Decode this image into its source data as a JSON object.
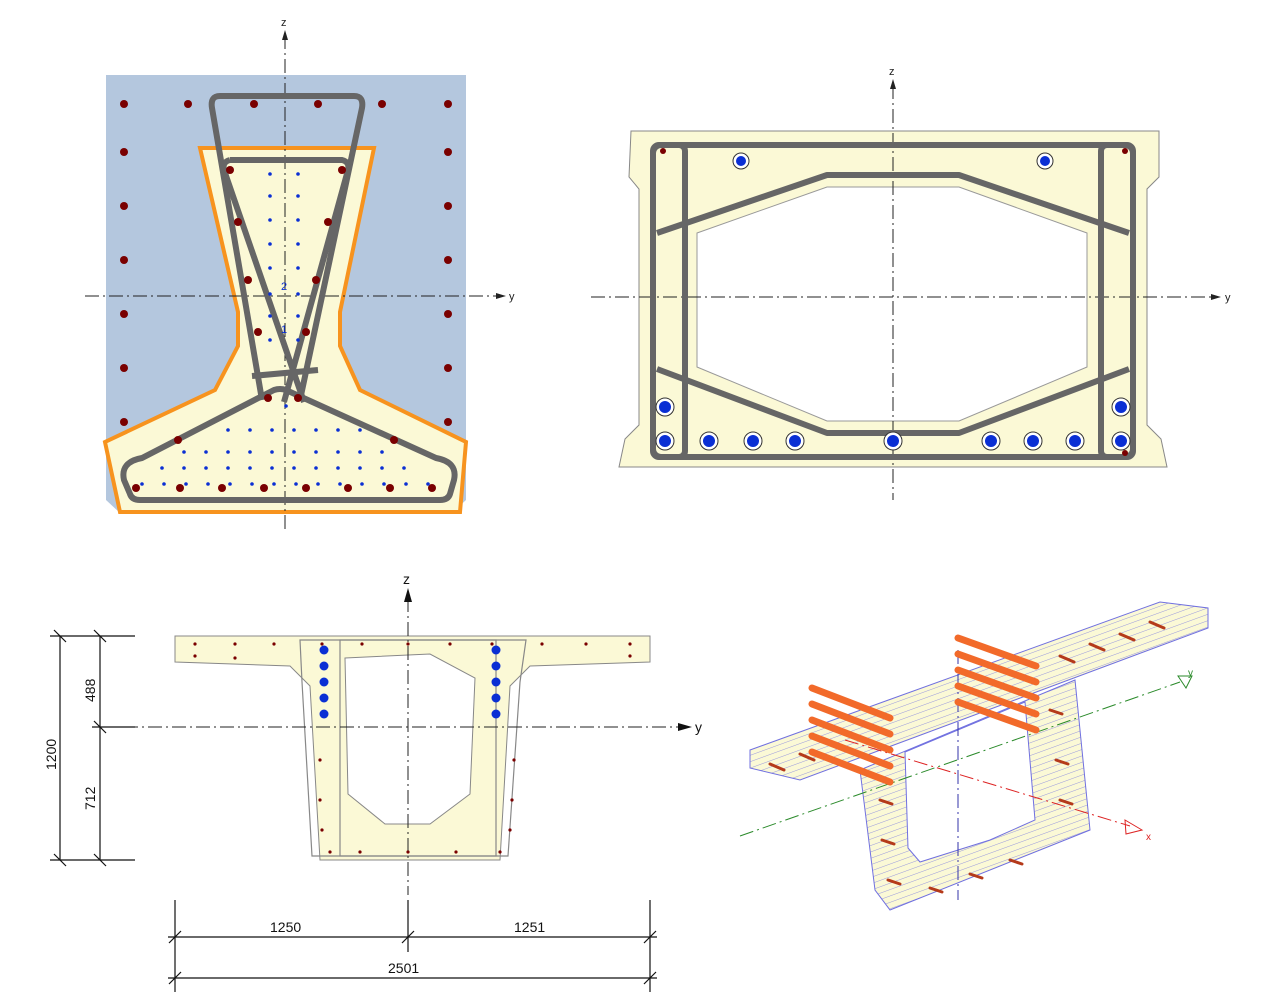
{
  "colors": {
    "concrete": "#fbf9d6",
    "outer_region": "#b4c7de",
    "orange": "#f7931e",
    "stirrup": "#666666",
    "rebar": "#7a0000",
    "tendon": "#0a2fd4",
    "tendon_3d": "#f26a2a",
    "hatch": "#7070e0"
  },
  "top_left": {
    "z_label": "z",
    "y_label": "y",
    "tendon_label_1": "1",
    "tendon_label_2": "2"
  },
  "top_right": {
    "z_label": "z",
    "y_label": "y"
  },
  "bottom_left": {
    "z_label": "z",
    "y_label": "y",
    "dim_top": "488",
    "dim_bottom": "712",
    "dim_total_height": "1200",
    "dim_left": "1250",
    "dim_right": "1251",
    "dim_total_width": "2501"
  },
  "bottom_right": {
    "y_label": "y",
    "x_label": "x"
  }
}
